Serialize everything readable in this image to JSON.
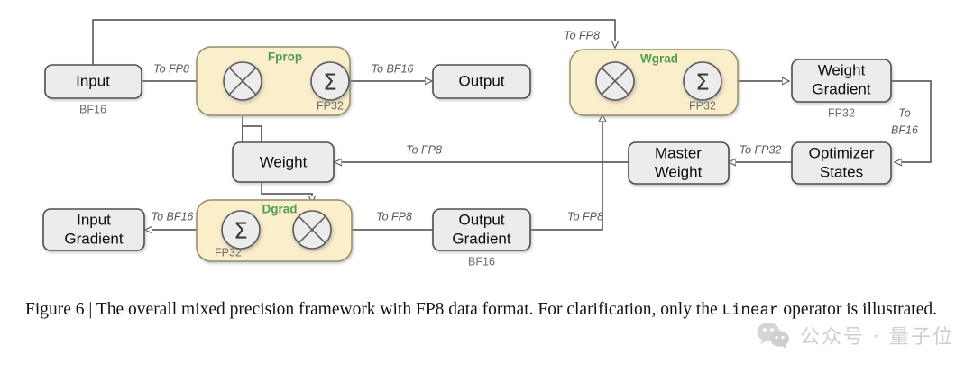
{
  "figure": {
    "caption_prefix": "Figure 6 | ",
    "caption_part1": "The overall mixed precision framework with FP8 data format. For clarification, only the ",
    "caption_mono": "Linear",
    "caption_part2": " operator is illustrated."
  },
  "colors": {
    "group_fill": "#fbeecb",
    "group_stroke": "#8f8f6d",
    "node_fill": "#ececec",
    "node_stroke": "#4d4d4d",
    "wire": "#5f6063",
    "group_title": "#4e9f4e",
    "format_text": "#6d6d6d"
  },
  "nodes": [
    {
      "id": "input",
      "label": "Input",
      "format": "BF16"
    },
    {
      "id": "output",
      "label": "Output",
      "format": ""
    },
    {
      "id": "weight",
      "label": "Weight",
      "format": ""
    },
    {
      "id": "weight-gradient",
      "label_line1": "Weight",
      "label_line2": "Gradient",
      "format": "FP32"
    },
    {
      "id": "optimizer-states",
      "label_line1": "Optimizer",
      "label_line2": "States",
      "format": ""
    },
    {
      "id": "master-weight",
      "label_line1": "Master",
      "label_line2": "Weight",
      "format": ""
    },
    {
      "id": "input-gradient",
      "label_line1": "Input",
      "label_line2": "Gradient",
      "format": ""
    },
    {
      "id": "output-gradient",
      "label_line1": "Output",
      "label_line2": "Gradient",
      "format": "BF16"
    }
  ],
  "groups": [
    {
      "id": "fprop",
      "title": "Fprop",
      "accum_format": "FP32"
    },
    {
      "id": "wgrad",
      "title": "Wgrad",
      "accum_format": "FP32"
    },
    {
      "id": "dgrad",
      "title": "Dgrad",
      "accum_format": "FP32"
    }
  ],
  "operators": {
    "multiply_glyph": "⊗",
    "accumulate_glyph": "Σ"
  },
  "edge_labels": {
    "input_to_fprop": "To FP8",
    "fprop_to_output": "To BF16",
    "input_to_wgrad": "To FP8",
    "master_to_weight": "To FP8",
    "optimizer_to_master": "To FP32",
    "weightgrad_to_optimizer_l1": "To",
    "weightgrad_to_optimizer_l2": "BF16",
    "dgrad_to_inputgrad": "To BF16",
    "outputgrad_to_dgrad": "To FP8",
    "outputgrad_to_wgrad": "To FP8"
  },
  "watermark": {
    "text": "公众号 · 量子位",
    "icon": "wechat-icon"
  }
}
